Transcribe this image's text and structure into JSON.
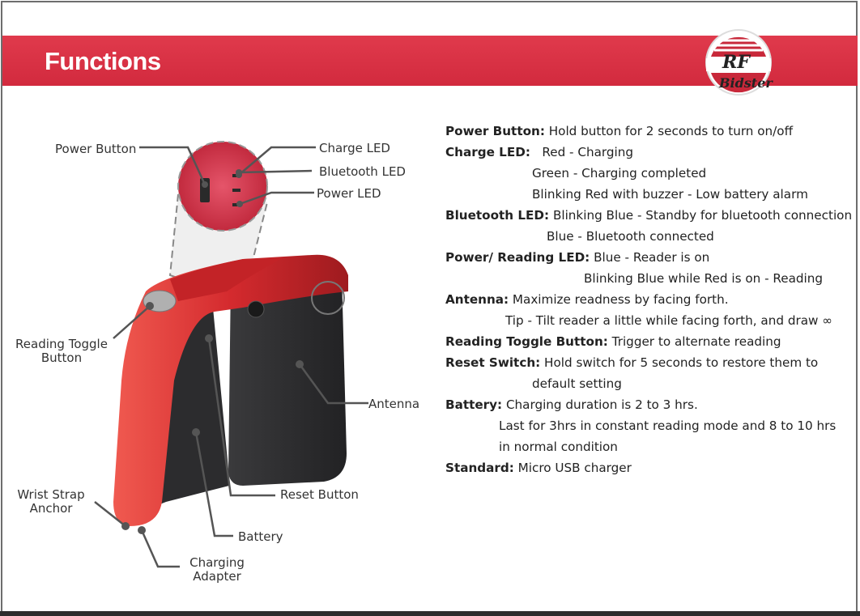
{
  "header": {
    "title": "Functions",
    "logo_text_top": "RF",
    "logo_text_bottom": "Bidster"
  },
  "colors": {
    "banner": "#d22a3e",
    "device_red": "#d42a2e",
    "device_dark": "#2f2f31",
    "label_text": "#333333"
  },
  "labels": {
    "power_button": "Power Button",
    "charge_led": "Charge LED",
    "bluetooth_led": "Bluetooth LED",
    "power_led": "Power LED",
    "reading_toggle_line1": "Reading Toggle",
    "reading_toggle_line2": "Button",
    "antenna": "Antenna",
    "reset_button": "Reset Button",
    "wrist_strap_line1": "Wrist Strap",
    "wrist_strap_line2": "Anchor",
    "battery": "Battery",
    "charging_line1": "Charging",
    "charging_line2": "Adapter"
  },
  "functions": [
    {
      "term": "Power Button:",
      "text": "Hold button for 2 seconds to turn on/off"
    },
    {
      "term": "Charge LED:",
      "text": "Red - Charging"
    },
    {
      "term": "",
      "text": "Green - Charging completed"
    },
    {
      "term": "",
      "text": "Blinking Red with buzzer - Low battery alarm"
    },
    {
      "term": "Bluetooth LED:",
      "text": "Blinking Blue - Standby for bluetooth connection"
    },
    {
      "term": "",
      "text": "Blue - Bluetooth connected"
    },
    {
      "term": "Power/ Reading LED:",
      "text": "Blue - Reader is on"
    },
    {
      "term": "",
      "text": "Blinking Blue while Red is on - Reading"
    },
    {
      "term": "Antenna:",
      "text": "Maximize readness by facing forth."
    },
    {
      "term": "",
      "text": "Tip - Tilt reader a little while facing forth, and draw ∞"
    },
    {
      "term": "Reading Toggle Button:",
      "text": "Trigger to alternate reading"
    },
    {
      "term": "Reset Switch:",
      "text": "Hold switch for 5 seconds to restore them to"
    },
    {
      "term": "",
      "text": "default setting"
    },
    {
      "term": "Battery:",
      "text": "Charging duration is 2 to 3 hrs."
    },
    {
      "term": "",
      "text": "Last for 3hrs in constant reading mode and 8 to 10 hrs"
    },
    {
      "term": "",
      "text": "in normal condition"
    },
    {
      "term": "Standard:",
      "text": "Micro USB charger"
    }
  ]
}
